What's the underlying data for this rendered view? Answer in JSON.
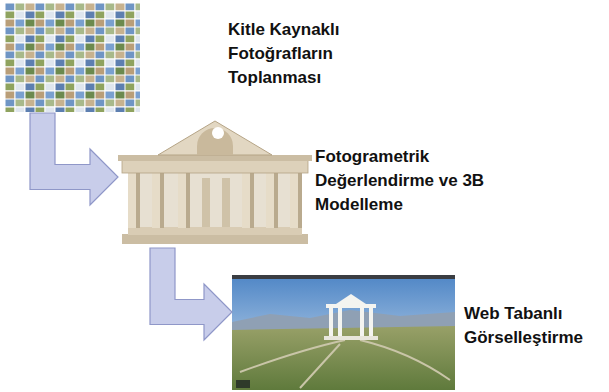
{
  "diagram": {
    "nodes": [
      {
        "text": [
          "Kitle Kaynaklı Fotoğrafların Toplanması"
        ]
      },
      {
        "text": [
          "Fotogrametrik Değerlendirme ve 3B Modelleme"
        ]
      },
      {
        "text": [
          "Web Tabanlı Görselleştirme"
        ]
      }
    ],
    "edges": [
      {
        "from": 0,
        "to": 1,
        "arrow": "to"
      },
      {
        "from": 1,
        "to": 2,
        "arrow": "to"
      }
    ]
  }
}
